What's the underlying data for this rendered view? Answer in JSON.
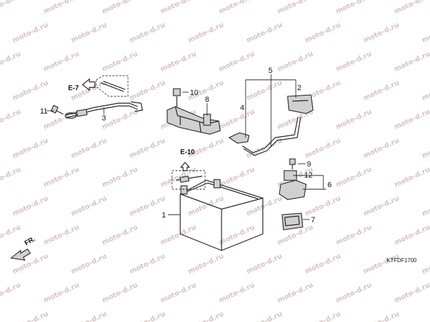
{
  "watermark": "moto-d.ru",
  "callouts": {
    "n1": "1",
    "n2": "2",
    "n3": "3",
    "n4": "4",
    "n5": "5",
    "n6": "6",
    "n7": "7",
    "n8": "8",
    "n9": "9",
    "n10": "10",
    "n11": "11",
    "n12": "12"
  },
  "refs": {
    "e7": "E-7",
    "e10": "E-10"
  },
  "direction": "FR.",
  "diagram_code": "KTFDF1700"
}
